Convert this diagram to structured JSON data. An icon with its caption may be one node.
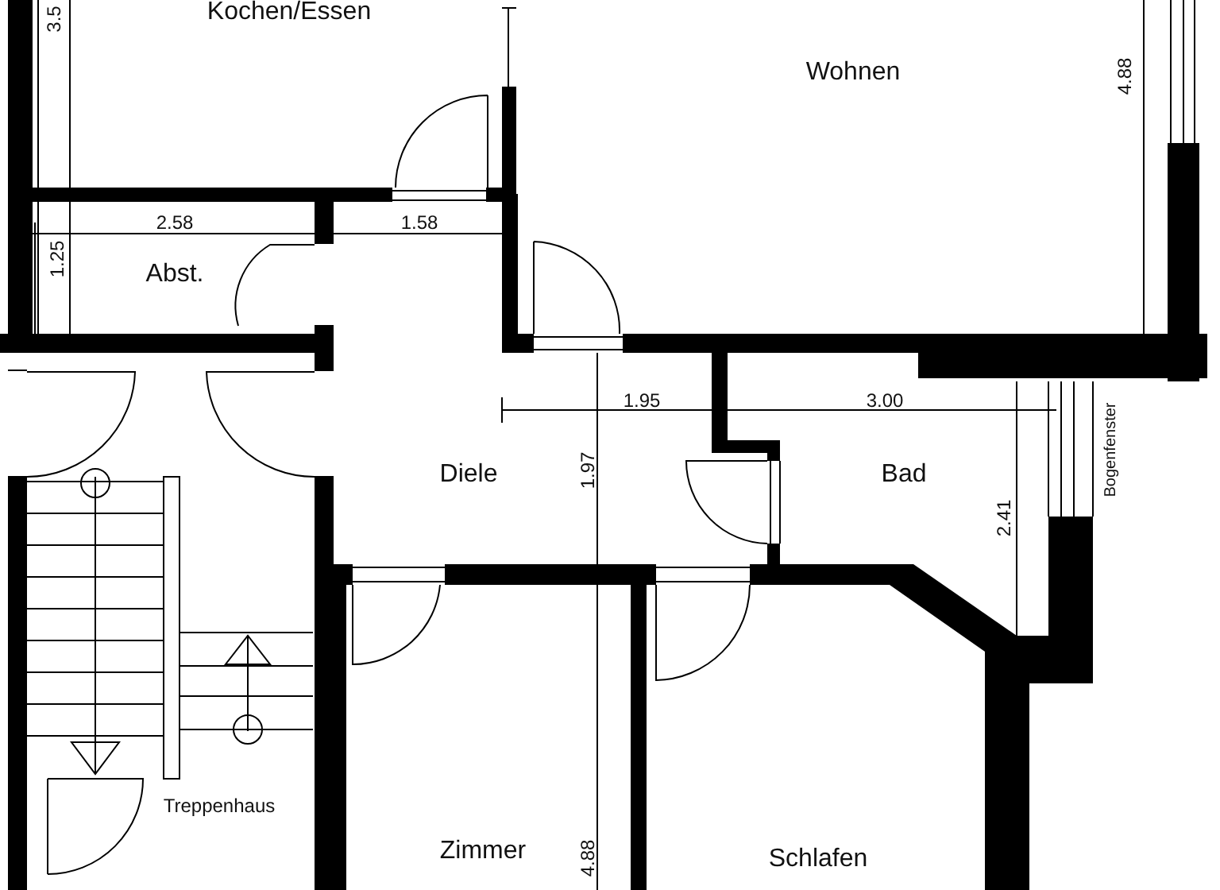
{
  "diagram": {
    "labels": [
      "Kochen/Essen",
      "3.5",
      "Wohnen",
      "4.88",
      "2.58",
      "1.58",
      "1.25",
      "Abst.",
      "1.95",
      "3.00",
      "Bogenfenster",
      "Diele",
      "1.97",
      "Bad",
      "2.41",
      "Treppenhaus",
      "Zimmer",
      "4.88",
      "Schlafen"
    ]
  }
}
